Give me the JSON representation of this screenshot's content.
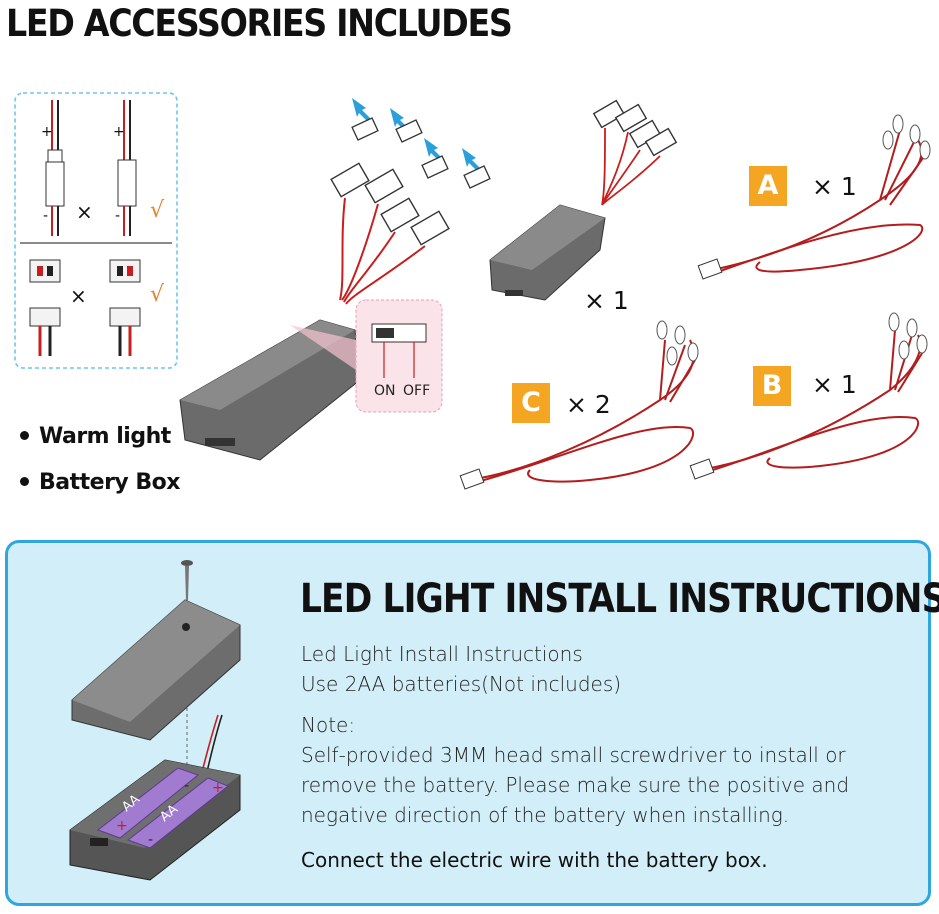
{
  "title": "LED ACCESSORIES INCLUDES",
  "bullets": [
    "Warm light",
    "Battery Box"
  ],
  "switch_labels": {
    "on": "ON",
    "off": "OFF"
  },
  "wire_marks": {
    "plus": "+",
    "minus": "-",
    "wrong": "×",
    "right": "√"
  },
  "battery_box_qty": "× 1",
  "cables": [
    {
      "label": "A",
      "qty": "× 1"
    },
    {
      "label": "B",
      "qty": "× 1"
    },
    {
      "label": "C",
      "qty": "× 2"
    }
  ],
  "battery_text": "AA",
  "instructions": {
    "heading": "LED LIGHT INSTALL INSTRUCTIONS",
    "line1": "Led Light Install Instructions",
    "line2": "Use 2AA batteries(Not includes)",
    "note_label": "Note:",
    "note_lines": [
      "Self-provided 3MM head small screwdriver to install or",
      "remove the battery. Please make sure the positive and",
      "negative direction of the battery when installing."
    ],
    "connect": "Connect the electric wire with the battery box."
  },
  "colors": {
    "accent_orange": "#f4a623",
    "panel_bg": "#d2eef9",
    "panel_border": "#2fa6dd",
    "arrow_blue": "#2b9fd9",
    "check_orange": "#e9802a",
    "wire_red": "#c81e1e"
  }
}
